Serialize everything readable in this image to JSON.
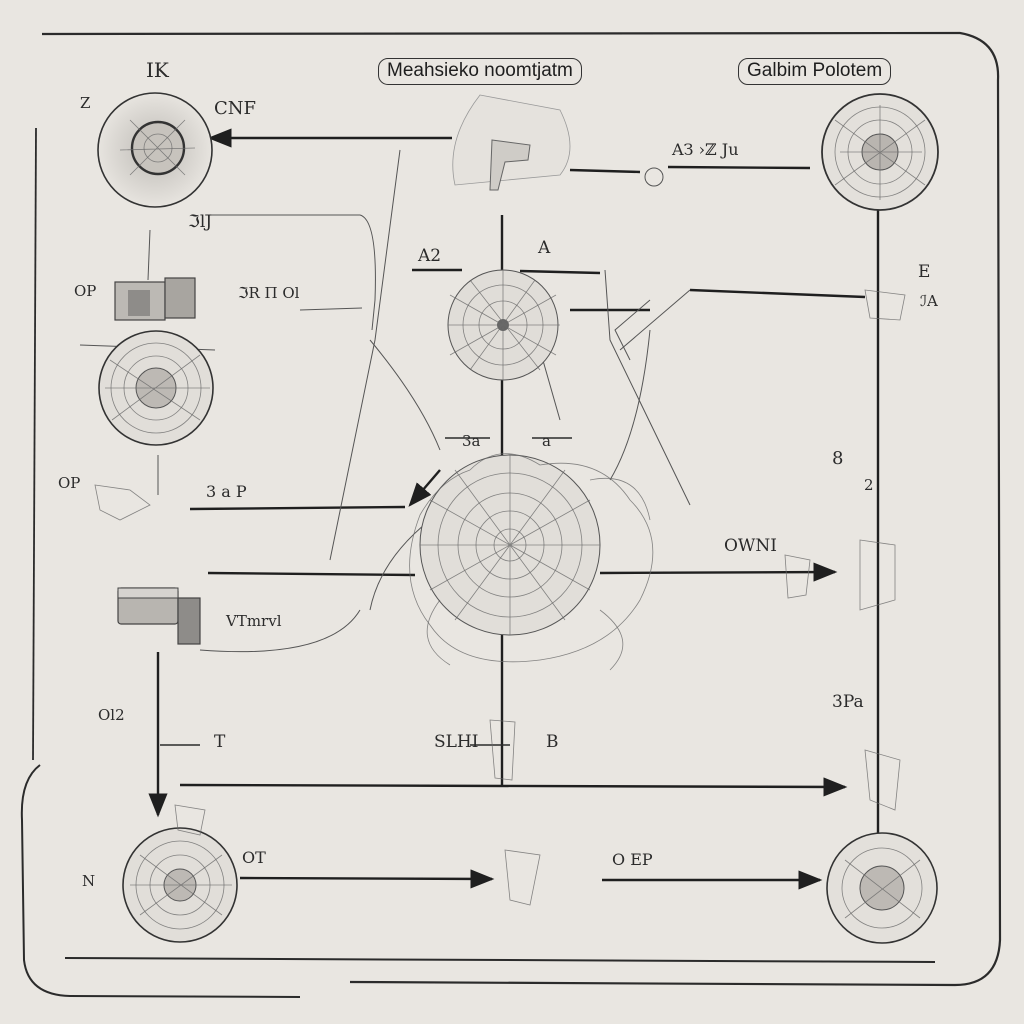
{
  "titles": {
    "left": "Meahsieko noomtjatm",
    "right": "Galbim Polotem"
  },
  "labels": {
    "top_left_mark": "IK",
    "top_left_small": "Z",
    "cnf": "CNF",
    "mid_small": "ℑlJ",
    "op1": "OP",
    "op2": "ℑR Π Ol",
    "op3": "OP",
    "top_arrow": "AЗ ›ℤ Ju",
    "center_top_a": "A2",
    "center_top_b": "A",
    "right_e": "E",
    "right_small": "ℐA",
    "mid_left_a": "3a",
    "mid_left_b": "a",
    "left_3ab": "3 a P",
    "right_8": "8",
    "right_2": "2",
    "wnl": "OWNI",
    "vtmrl": "VTmrvl",
    "bottom_left_a": "Ol2",
    "bottom_left_b": "T",
    "bottom_center": "SLHI",
    "bottom_center_b": "B",
    "right_3b": "3Pa",
    "bottom_of": "OT",
    "bottom_oep": "O EP",
    "bottom_left_small": "N"
  },
  "colors": {
    "paper": "#e9e6e1",
    "ink": "#2b2b2b",
    "component_fill": "#d6d3cf",
    "component_dark": "#8e8c89"
  }
}
